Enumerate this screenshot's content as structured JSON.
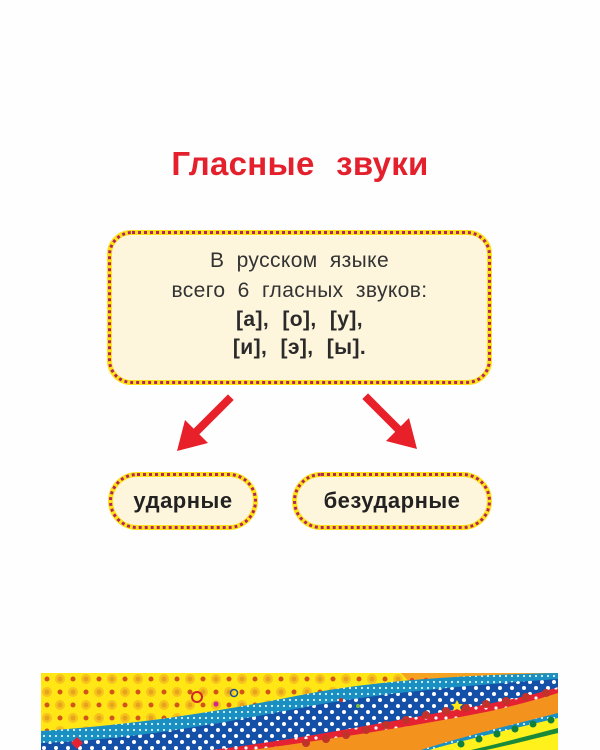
{
  "page": {
    "title": "Гласные звуки",
    "info_box": {
      "lines": [
        "В русском языке",
        "всего 6 гласных звуков:",
        "[а], [о], [у],",
        "[и], [э], [ы]."
      ]
    },
    "categories": [
      {
        "label": "ударные",
        "arrow": "arrow-down-left"
      },
      {
        "label": "безударные",
        "arrow": "arrow-down-right"
      }
    ]
  },
  "colors": {
    "title": "#e3202c",
    "arrow": "#e8202a",
    "box_fill": "#fdf5dc",
    "box_border_yellow": "#ffe21a",
    "box_border_dots": "#b0265a",
    "text": "#333333"
  },
  "decoration": {
    "name": "bottom-decorative-strip",
    "bands": [
      "yellow-dotted",
      "teal-dotted",
      "blue-dotted",
      "red-dotted",
      "orange-dotted",
      "yellow-green-dotted"
    ]
  }
}
